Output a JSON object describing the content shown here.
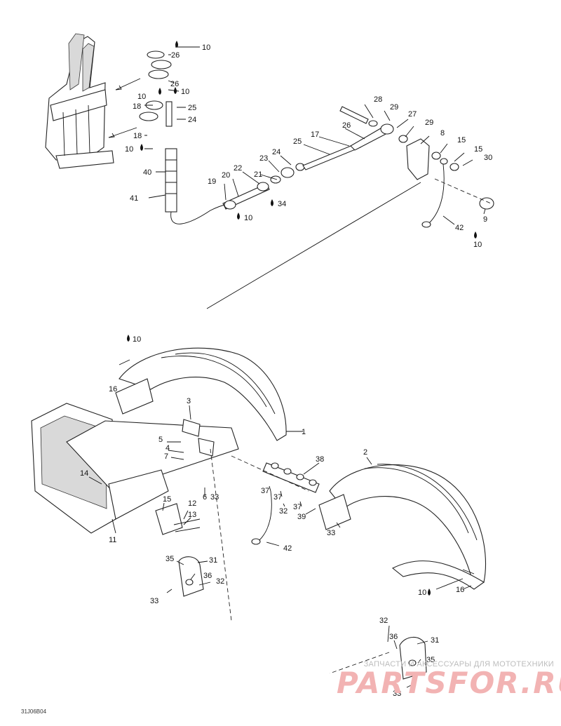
{
  "diagram": {
    "callouts": [
      {
        "id": "c10a",
        "text": "10"
      },
      {
        "id": "c26a",
        "text": "26"
      },
      {
        "id": "c26b",
        "text": "26"
      },
      {
        "id": "c10b",
        "text": "10"
      },
      {
        "id": "c10c",
        "text": "10"
      },
      {
        "id": "c18a",
        "text": "18"
      },
      {
        "id": "c25a",
        "text": "25"
      },
      {
        "id": "c24a",
        "text": "24"
      },
      {
        "id": "c18b",
        "text": "18"
      },
      {
        "id": "c10d",
        "text": "10"
      },
      {
        "id": "c40",
        "text": "40"
      },
      {
        "id": "c41",
        "text": "41"
      },
      {
        "id": "c19",
        "text": "19"
      },
      {
        "id": "c20",
        "text": "20"
      },
      {
        "id": "c22",
        "text": "22"
      },
      {
        "id": "c21",
        "text": "21"
      },
      {
        "id": "c23",
        "text": "23"
      },
      {
        "id": "c24b",
        "text": "24"
      },
      {
        "id": "c34",
        "text": "34"
      },
      {
        "id": "c10e",
        "text": "10"
      },
      {
        "id": "c28",
        "text": "28"
      },
      {
        "id": "c29a",
        "text": "29"
      },
      {
        "id": "c27",
        "text": "27"
      },
      {
        "id": "c26c",
        "text": "26"
      },
      {
        "id": "c17",
        "text": "17"
      },
      {
        "id": "c25b",
        "text": "25"
      },
      {
        "id": "c29b",
        "text": "29"
      },
      {
        "id": "c8",
        "text": "8"
      },
      {
        "id": "c15a",
        "text": "15"
      },
      {
        "id": "c15b",
        "text": "15"
      },
      {
        "id": "c30",
        "text": "30"
      },
      {
        "id": "c42a",
        "text": "42"
      },
      {
        "id": "c9",
        "text": "9"
      },
      {
        "id": "c10f",
        "text": "10"
      },
      {
        "id": "c10g",
        "text": "10"
      },
      {
        "id": "c16a",
        "text": "16"
      },
      {
        "id": "c1",
        "text": "1"
      },
      {
        "id": "c3",
        "text": "3"
      },
      {
        "id": "c5",
        "text": "5"
      },
      {
        "id": "c4",
        "text": "4"
      },
      {
        "id": "c7",
        "text": "7"
      },
      {
        "id": "c2",
        "text": "2"
      },
      {
        "id": "c38",
        "text": "38"
      },
      {
        "id": "c14",
        "text": "14"
      },
      {
        "id": "c6",
        "text": "6"
      },
      {
        "id": "c33a",
        "text": "33"
      },
      {
        "id": "c37a",
        "text": "37"
      },
      {
        "id": "c37b",
        "text": "37"
      },
      {
        "id": "c37c",
        "text": "37"
      },
      {
        "id": "c32a",
        "text": "32"
      },
      {
        "id": "c39",
        "text": "39"
      },
      {
        "id": "c15c",
        "text": "15"
      },
      {
        "id": "c12",
        "text": "12"
      },
      {
        "id": "c13",
        "text": "13"
      },
      {
        "id": "c11",
        "text": "11"
      },
      {
        "id": "c33b",
        "text": "33"
      },
      {
        "id": "c42b",
        "text": "42"
      },
      {
        "id": "c35a",
        "text": "35"
      },
      {
        "id": "c31a",
        "text": "31"
      },
      {
        "id": "c36a",
        "text": "36"
      },
      {
        "id": "c32b",
        "text": "32"
      },
      {
        "id": "c33c",
        "text": "33"
      },
      {
        "id": "c10h",
        "text": "10"
      },
      {
        "id": "c16b",
        "text": "16"
      },
      {
        "id": "c32c",
        "text": "32"
      },
      {
        "id": "c36b",
        "text": "36"
      },
      {
        "id": "c31b",
        "text": "31"
      },
      {
        "id": "c35b",
        "text": "35"
      },
      {
        "id": "c33d",
        "text": "33"
      }
    ],
    "doc_ref": "31J06B04"
  },
  "watermark": {
    "caption": "ЗАПЧАСТИ И АКСЕССУАРЫ ДЛЯ МОТОТЕХНИКИ",
    "brand": "PARTSFOR.RU",
    "brand_color": "#f2b3b3"
  }
}
